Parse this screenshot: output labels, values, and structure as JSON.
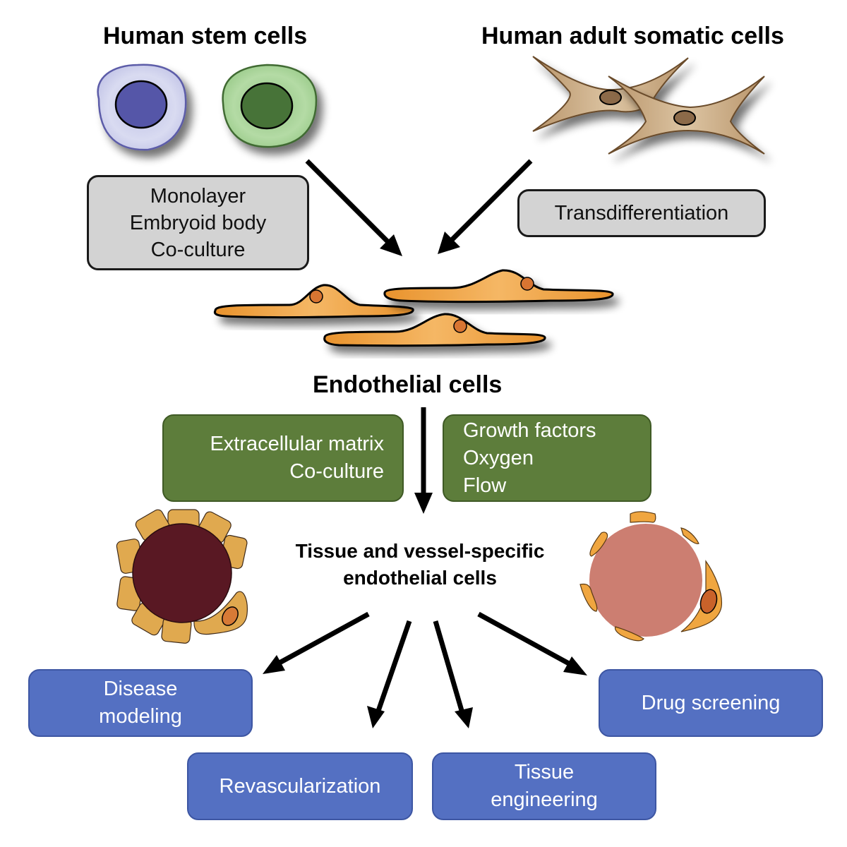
{
  "headings": {
    "stem_cells": "Human stem cells",
    "somatic_cells": "Human adult somatic cells",
    "endothelial": "Endothelial cells",
    "specific_line1": "Tissue and vessel-specific",
    "specific_line2": "endothelial cells"
  },
  "method_boxes": {
    "stem_methods": [
      "Monolayer",
      "Embryoid body",
      "Co-culture"
    ],
    "somatic_method": "Transdifferentiation"
  },
  "factor_boxes": {
    "left": [
      "Extracellular matrix",
      "Co-culture"
    ],
    "right": [
      "Growth factors",
      "Oxygen",
      "Flow"
    ]
  },
  "applications": [
    {
      "lines": [
        "Disease",
        "modeling"
      ]
    },
    {
      "lines": [
        "Drug screening"
      ]
    },
    {
      "lines": [
        "Revascularization"
      ]
    },
    {
      "lines": [
        "Tissue",
        "engineering"
      ]
    }
  ],
  "colors": {
    "gray_box": "#d3d3d3",
    "green_box": "#5d7d3b",
    "blue_box": "#5470c2",
    "endothelial_cell": "#f0a640",
    "stem_cell_blue": "#5556a8",
    "stem_cell_green": "#467338",
    "fibroblast": "#c4a27a",
    "vessel_dark": "#591823",
    "vessel_pink": "#cc7e71"
  }
}
